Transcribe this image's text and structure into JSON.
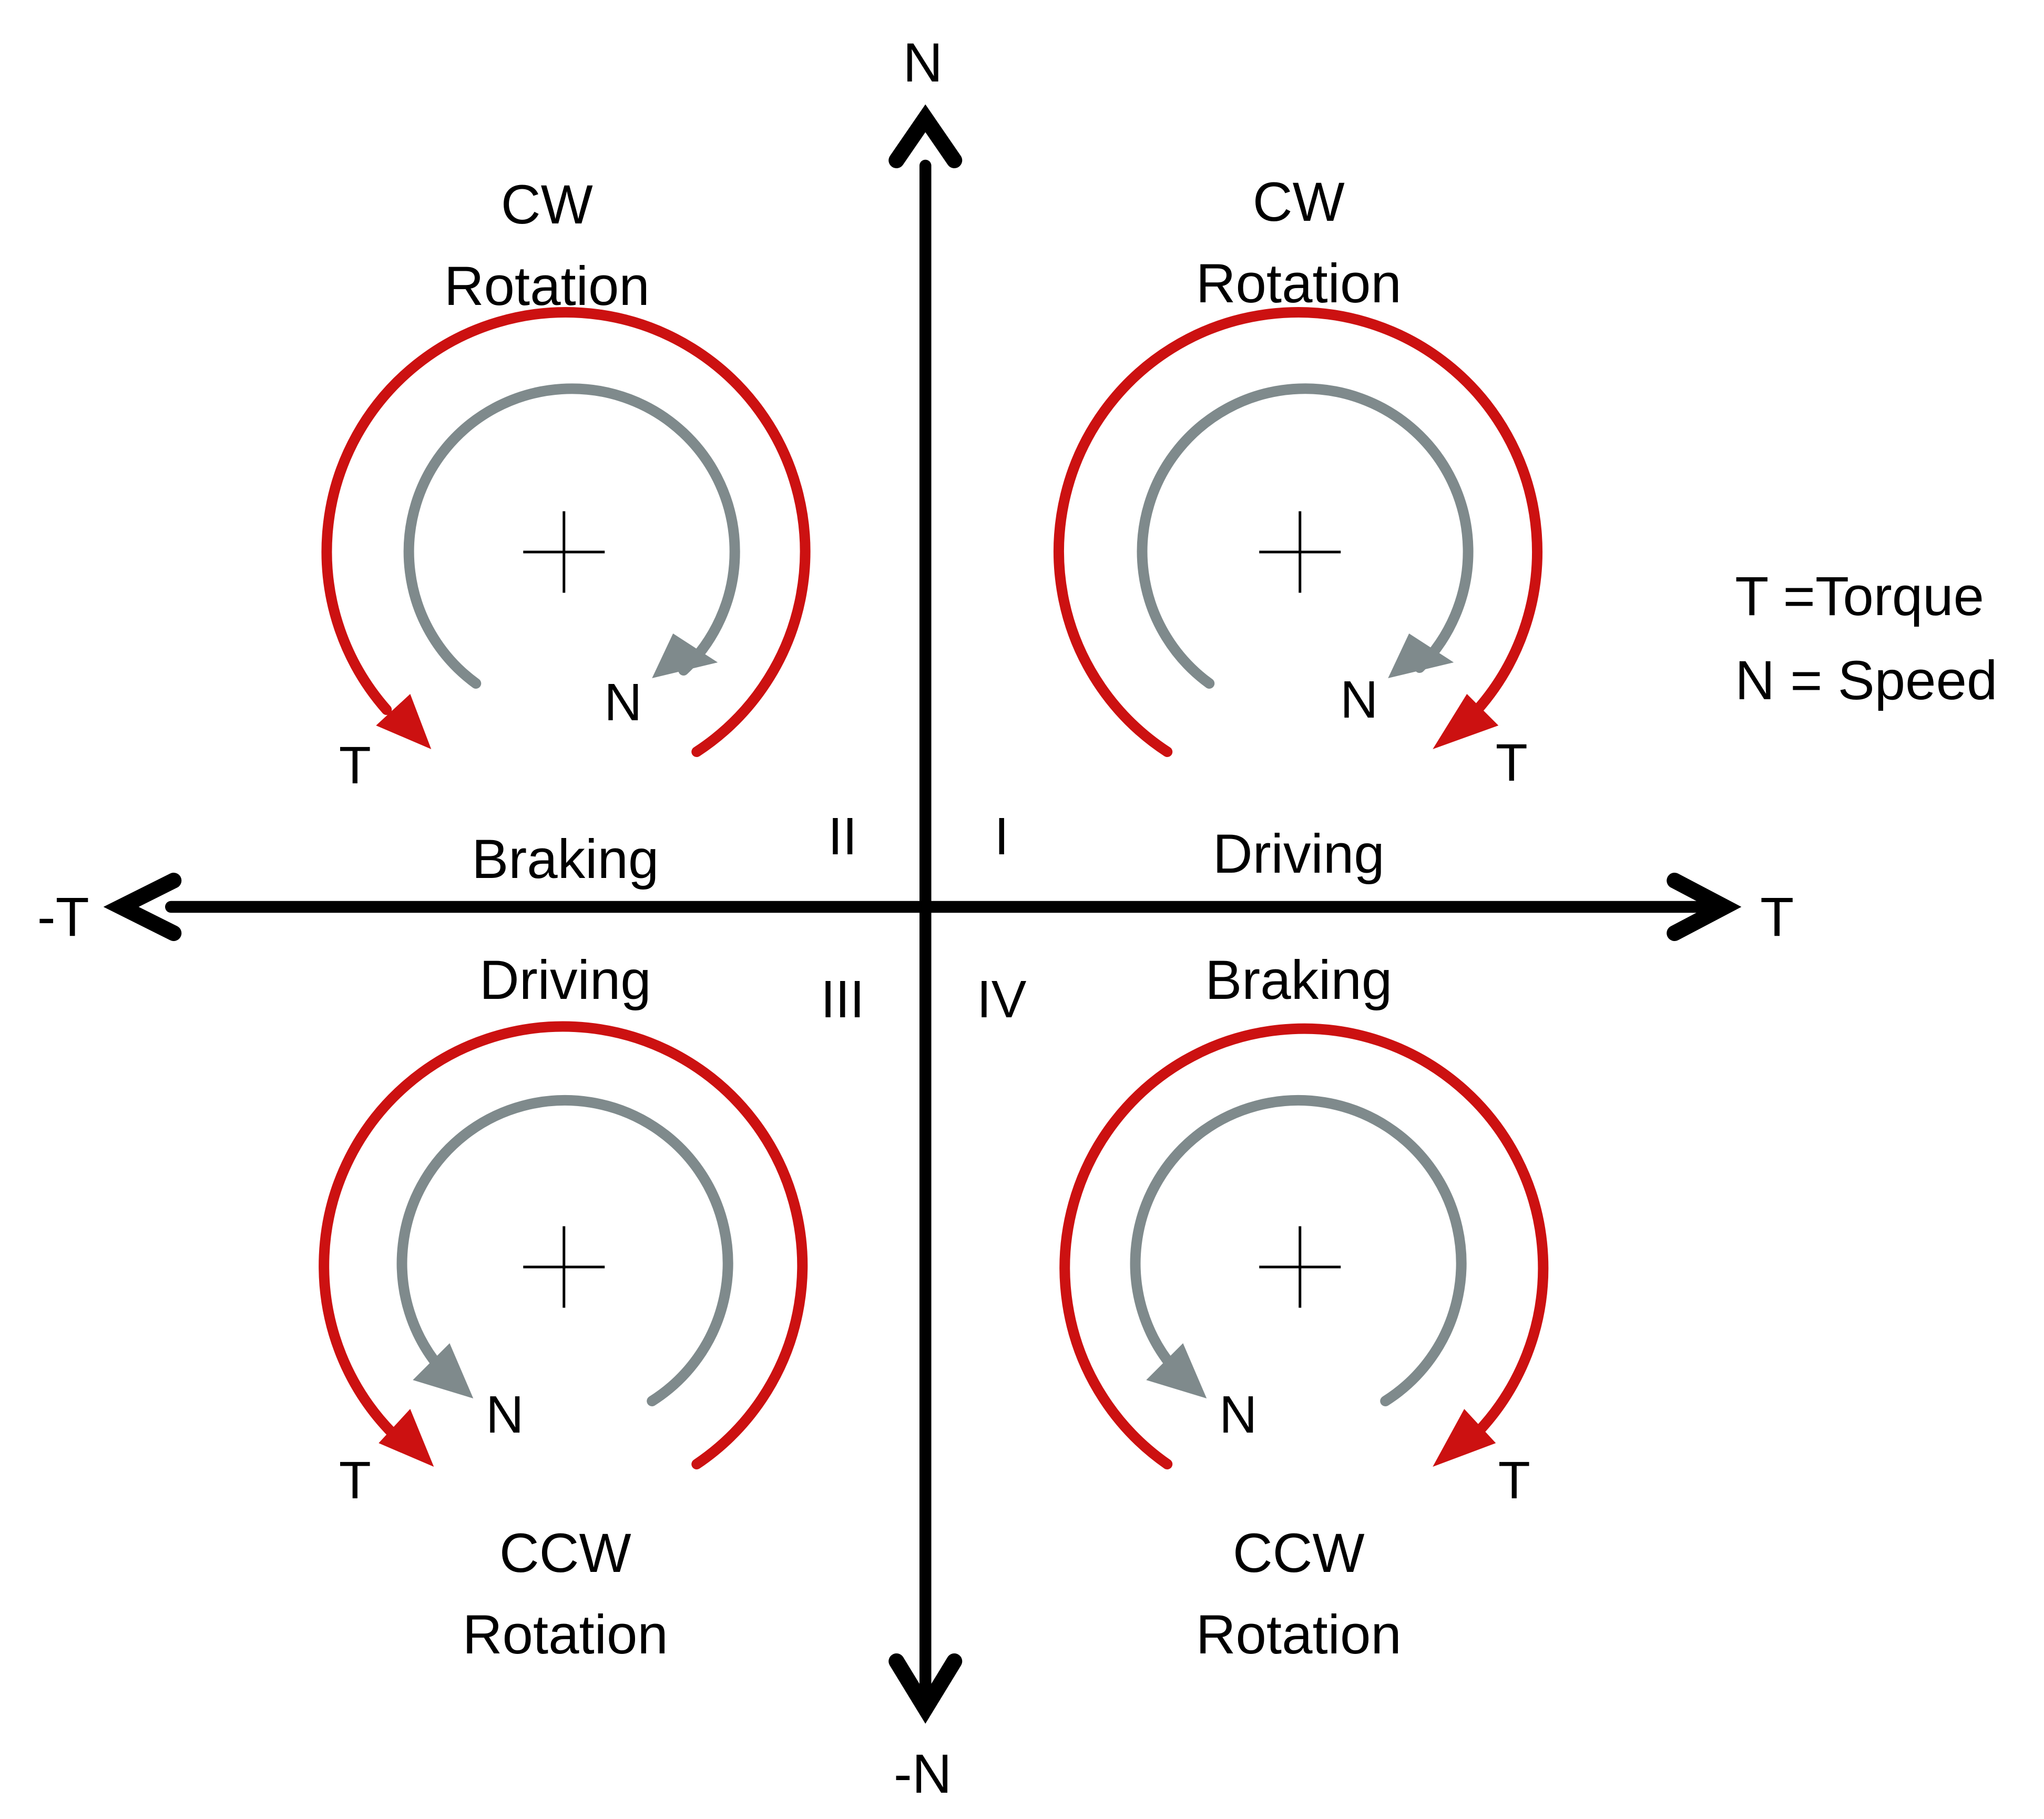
{
  "colors": {
    "axis": "#000000",
    "torque_arc": "#cc1111",
    "speed_arc": "#7f8a8c",
    "text": "#000000",
    "background": "#ffffff"
  },
  "axes": {
    "vertical_positive": "N",
    "vertical_negative": "-N",
    "horizontal_positive": "T",
    "horizontal_negative": "-T"
  },
  "legend": {
    "torque": "T =Torque",
    "speed": "N = Speed"
  },
  "quadrants": {
    "q1": {
      "numeral": "I",
      "mode": "Driving",
      "rotation_line1": "CW",
      "rotation_line2": "Rotation",
      "torque_label": "T",
      "speed_label": "N"
    },
    "q2": {
      "numeral": "II",
      "mode": "Braking",
      "rotation_line1": "CW",
      "rotation_line2": "Rotation",
      "torque_label": "T",
      "speed_label": "N"
    },
    "q3": {
      "numeral": "III",
      "mode": "Driving",
      "rotation_line1": "CCW",
      "rotation_line2": "Rotation",
      "torque_label": "T",
      "speed_label": "N"
    },
    "q4": {
      "numeral": "IV",
      "mode": "Braking",
      "rotation_line1": "CCW",
      "rotation_line2": "Rotation",
      "torque_label": "T",
      "speed_label": "N"
    }
  }
}
